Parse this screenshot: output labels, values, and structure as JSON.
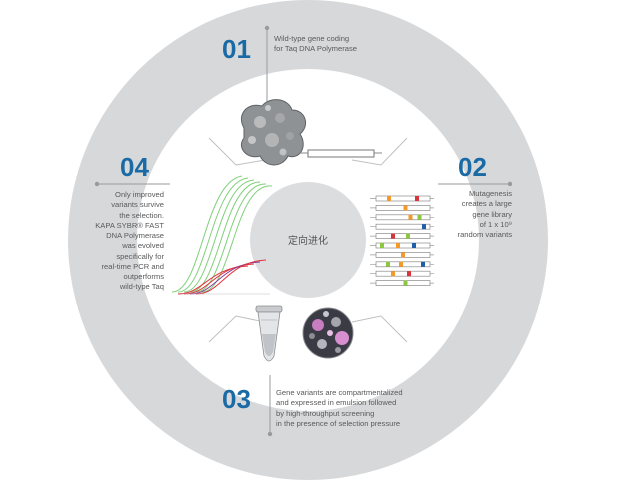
{
  "colors": {
    "outer_ring": "#d7d8da",
    "inner_ring": "#ffffff",
    "center_disc": "#dcdddf",
    "accent_blue": "#1a6aa6",
    "line_gray": "#9a9a9a",
    "curve_green": "#7fd07a",
    "curve_red": "#e0323c",
    "curve_purple": "#8a3c9a"
  },
  "center": {
    "label": "定向进化"
  },
  "steps": [
    {
      "number": "01",
      "lines": [
        "Wild-type gene coding",
        "for Taq DNA Polymerase"
      ]
    },
    {
      "number": "02",
      "lines": [
        "Mutagenesis",
        "creates a large",
        "gene library",
        "of 1 x 10⁹",
        "random variants"
      ]
    },
    {
      "number": "03",
      "lines": [
        "Gene variants are compartmentalized",
        "and expressed in emulsion followed",
        "by high-throughput screening",
        "in the presence of selection pressure"
      ]
    },
    {
      "number": "04",
      "lines": [
        "Only improved",
        "variants survive",
        "the selection.",
        "KAPA SYBR® FAST",
        "DNA Polymerase",
        "was evolved",
        "specifically for",
        "real-time PCR and",
        "outperforms",
        "wild-type Taq"
      ]
    }
  ],
  "icons": {
    "protein": "protein-structure-icon",
    "gene": "gene-bar-icon",
    "library": "gene-library-icon",
    "tube": "pcr-tube-icon",
    "emulsion": "emulsion-droplets-icon",
    "curves": "amplification-curves-icon"
  },
  "library_rows": [
    {
      "marks": [
        {
          "pos": 0.22,
          "color": "#f39a2b"
        },
        {
          "pos": 0.78,
          "color": "#d8343b"
        }
      ]
    },
    {
      "marks": [
        {
          "pos": 0.55,
          "color": "#f39a2b"
        }
      ]
    },
    {
      "marks": [
        {
          "pos": 0.65,
          "color": "#f39a2b"
        },
        {
          "pos": 0.83,
          "color": "#8dc63f"
        }
      ]
    },
    {
      "marks": [
        {
          "pos": 0.92,
          "color": "#1f5fa8"
        }
      ]
    },
    {
      "marks": [
        {
          "pos": 0.3,
          "color": "#d8343b"
        },
        {
          "pos": 0.6,
          "color": "#8dc63f"
        }
      ]
    },
    {
      "marks": [
        {
          "pos": 0.08,
          "color": "#8dc63f"
        },
        {
          "pos": 0.4,
          "color": "#f39a2b"
        },
        {
          "pos": 0.72,
          "color": "#1f5fa8"
        }
      ]
    },
    {
      "marks": [
        {
          "pos": 0.5,
          "color": "#f39a2b"
        }
      ]
    },
    {
      "marks": [
        {
          "pos": 0.2,
          "color": "#8dc63f"
        },
        {
          "pos": 0.46,
          "color": "#f39a2b"
        },
        {
          "pos": 0.9,
          "color": "#1f5fa8"
        }
      ]
    },
    {
      "marks": [
        {
          "pos": 0.3,
          "color": "#f39a2b"
        },
        {
          "pos": 0.62,
          "color": "#d8343b"
        }
      ]
    },
    {
      "marks": [
        {
          "pos": 0.55,
          "color": "#8dc63f"
        }
      ]
    }
  ]
}
